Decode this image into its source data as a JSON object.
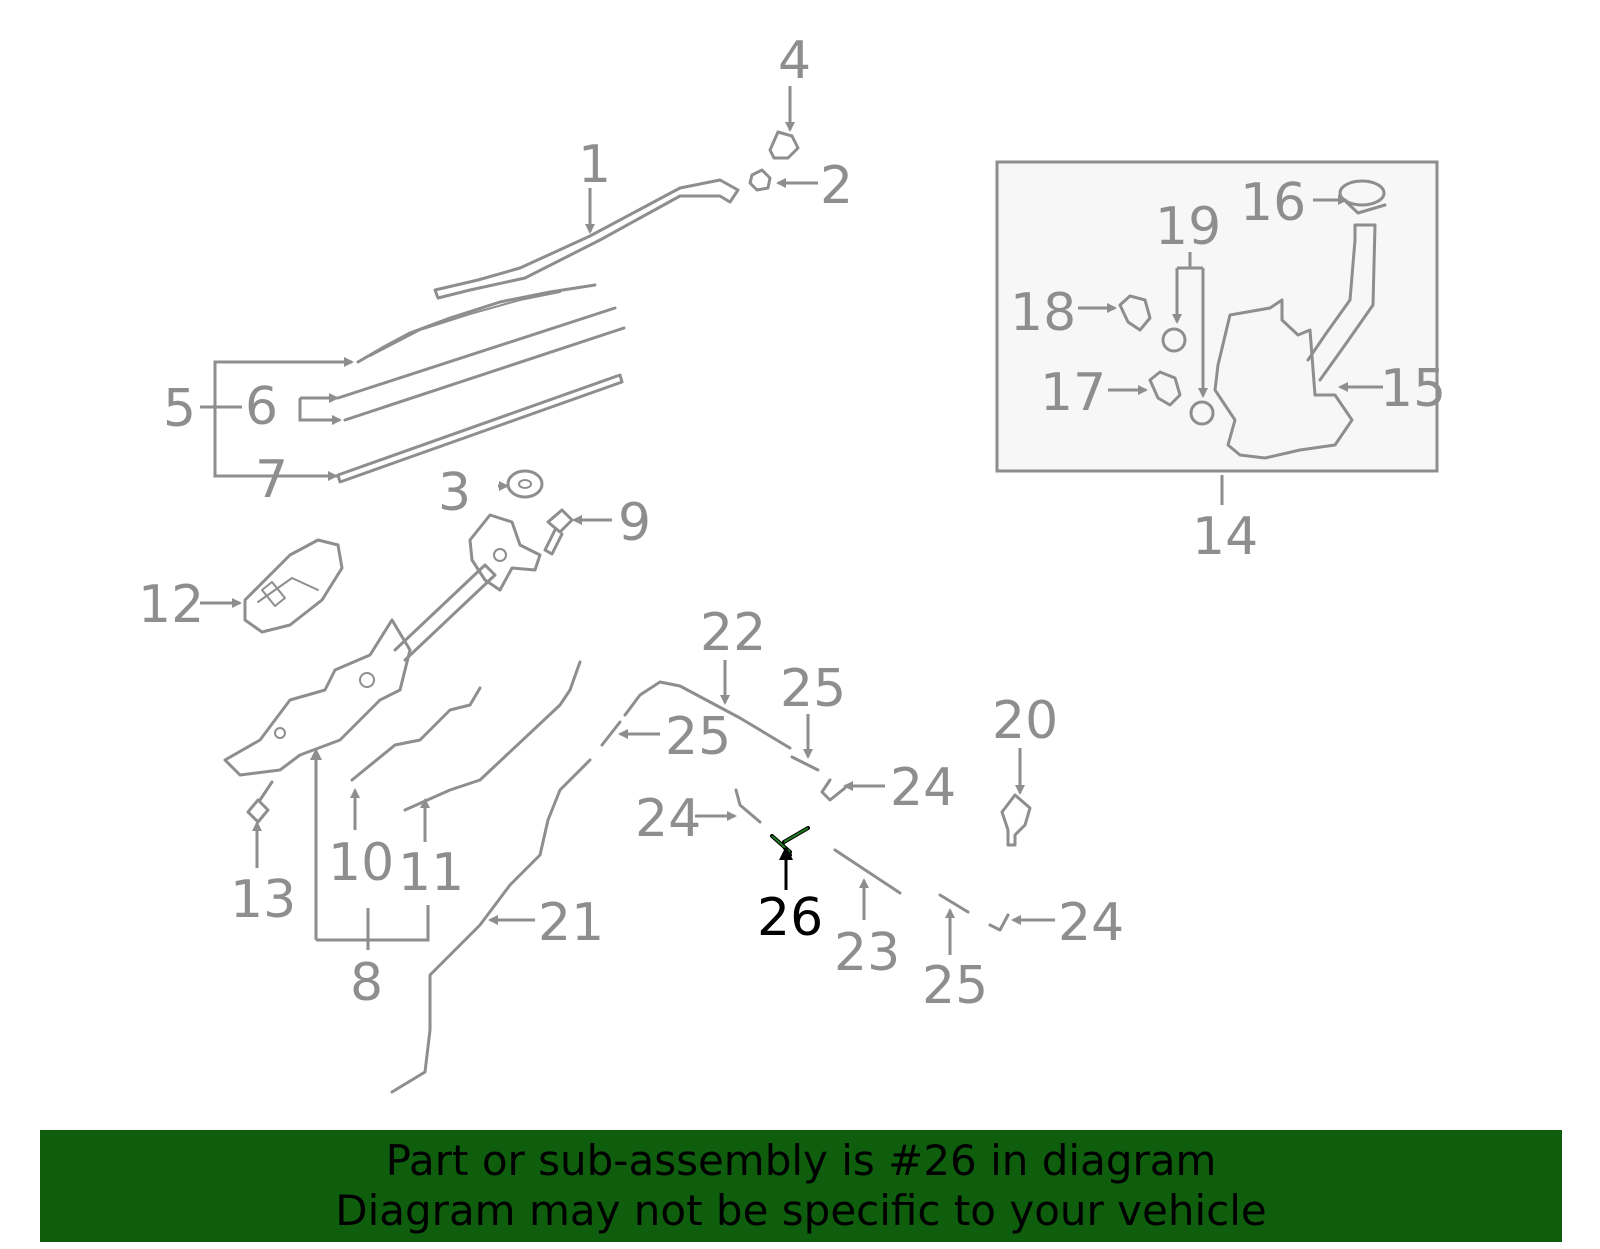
{
  "diagram": {
    "highlight_color": "#1f7a1f",
    "callouts": {
      "c1": "1",
      "c2": "2",
      "c3": "3",
      "c4": "4",
      "c5": "5",
      "c6": "6",
      "c7": "7",
      "c8": "8",
      "c9": "9",
      "c10": "10",
      "c11": "11",
      "c12": "12",
      "c13": "13",
      "c14": "14",
      "c15": "15",
      "c16": "16",
      "c17": "17",
      "c18": "18",
      "c19": "19",
      "c20": "20",
      "c21": "21",
      "c22": "22",
      "c23": "23",
      "c24": "24",
      "c25": "25",
      "c26": "26"
    }
  },
  "banner": {
    "line1": "Part or sub-assembly is #26 in diagram",
    "line2": "Diagram may not be specific to your vehicle",
    "background": "#0e5e0e"
  }
}
